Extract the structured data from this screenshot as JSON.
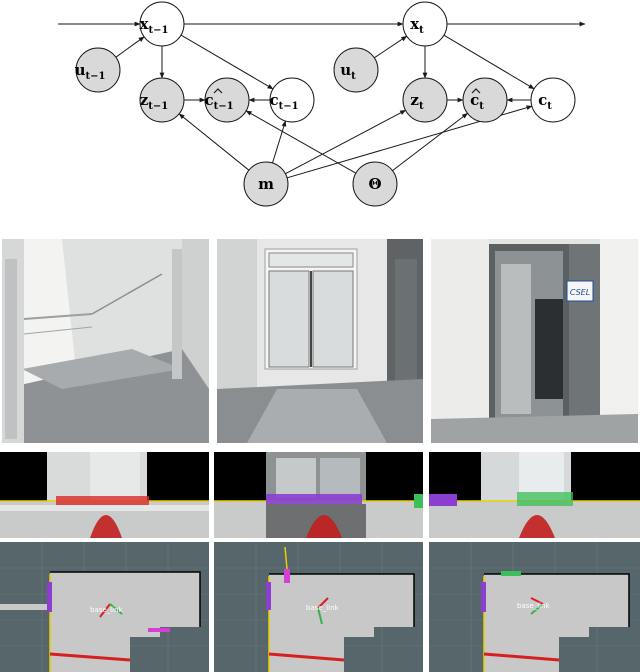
{
  "graph": {
    "nodes": {
      "x_prev": {
        "base": "x",
        "sub": "t−1",
        "hat": false,
        "shaded": false
      },
      "u_prev": {
        "base": "u",
        "sub": "t−1",
        "hat": false,
        "shaded": true
      },
      "z_prev": {
        "base": "z",
        "sub": "t−1",
        "hat": false,
        "shaded": true
      },
      "chat_prev": {
        "base": "c",
        "sub": "t−1",
        "hat": true,
        "shaded": true
      },
      "c_prev": {
        "base": "c",
        "sub": "t−1",
        "hat": false,
        "shaded": false
      },
      "x_t": {
        "base": "x",
        "sub": "t",
        "hat": false,
        "shaded": false
      },
      "u_t": {
        "base": "u",
        "sub": "t",
        "hat": false,
        "shaded": true
      },
      "z_t": {
        "base": "z",
        "sub": "t",
        "hat": false,
        "shaded": true
      },
      "chat_t": {
        "base": "c",
        "sub": "t",
        "hat": true,
        "shaded": true
      },
      "c_t": {
        "base": "c",
        "sub": "t",
        "hat": false,
        "shaded": false
      },
      "m": {
        "base": "m",
        "sub": "",
        "hat": false,
        "shaded": true
      },
      "theta": {
        "base": "Θ",
        "sub": "",
        "hat": false,
        "shaded": true
      }
    },
    "colors": {
      "shaded": "#d9d9d9",
      "plain": "#ffffff",
      "stroke": "#1a1a1a"
    }
  },
  "panels": {
    "map_link_label": "base_link",
    "colors": {
      "violet": "#8a3fd1",
      "green": "#35b24d",
      "red": "#d62020",
      "yellow": "#e8d000",
      "magenta": "#d63fd6",
      "map_bg": "#56666a",
      "map_free": "#c8c8c8",
      "render_red": "#d92a2a",
      "render_green": "#3abf5a"
    },
    "photo_labels": {
      "door_sign": "CSEL"
    }
  }
}
